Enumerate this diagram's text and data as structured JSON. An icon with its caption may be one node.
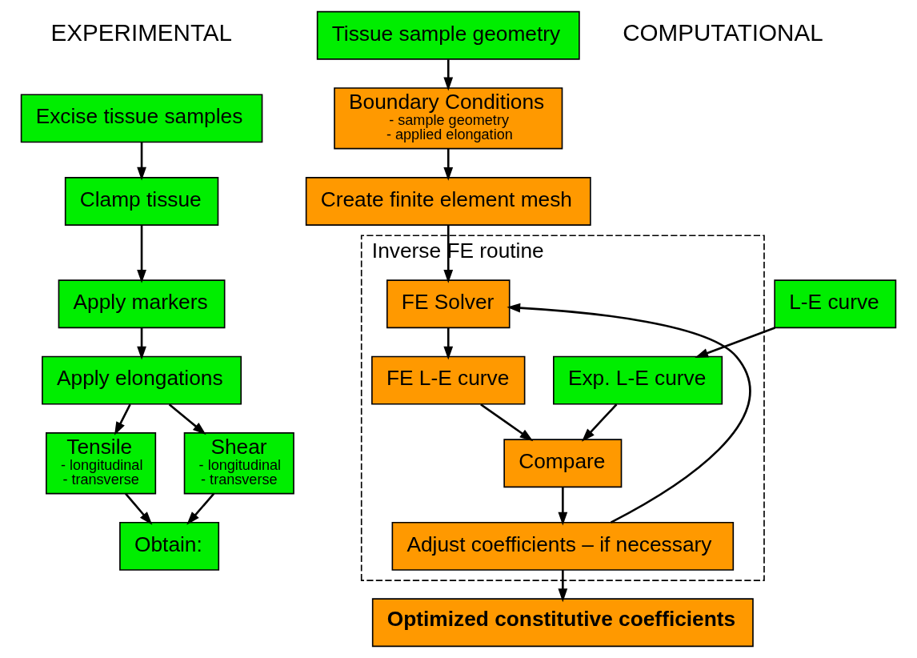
{
  "diagram": {
    "nodes": [
      {
        "text": [
          "Excise tissue samples"
        ]
      },
      {
        "text": [
          "Clamp tissue"
        ]
      },
      {
        "text": [
          "Apply markers"
        ]
      },
      {
        "text": [
          "Apply elongations"
        ]
      },
      {
        "text": [
          "Tensile",
          "- longitudinal",
          "- transverse"
        ]
      },
      {
        "text": [
          "Shear",
          "- longitudinal",
          "- transverse"
        ]
      },
      {
        "text": [
          "Obtain:"
        ]
      },
      {
        "text": [
          "Tissue sample geometry"
        ]
      },
      {
        "text": [
          "L-E curve"
        ]
      },
      {
        "text": [
          "Boundary Conditions",
          "- sample geometry",
          "- applied elongation"
        ]
      },
      {
        "text": [
          "Create finite element mesh"
        ]
      },
      {
        "text": [
          "Inverse FE routine"
        ]
      },
      {
        "text": [
          "FE Solver"
        ],
        "in": 11
      },
      {
        "text": [
          "Exp. L-E curve"
        ],
        "in": 11
      },
      {
        "text": [
          "FE L-E curve"
        ],
        "in": 11
      },
      {
        "text": [
          "Compare"
        ],
        "in": 11
      },
      {
        "text": [
          "Adjust coefficients – if necessary"
        ],
        "in": 11
      },
      {
        "text": [
          "Optimized constitutive coefficients"
        ]
      }
    ],
    "edges": [
      {
        "from": 0,
        "to": 1,
        "arrow": "to"
      },
      {
        "from": 1,
        "to": 2,
        "arrow": "to"
      },
      {
        "from": 2,
        "to": 3,
        "arrow": "to"
      },
      {
        "from": 3,
        "to": 4,
        "arrow": "to"
      },
      {
        "from": 3,
        "to": 5,
        "arrow": "to"
      },
      {
        "from": 4,
        "to": 6,
        "arrow": "to"
      },
      {
        "from": 5,
        "to": 6,
        "arrow": "to"
      },
      {
        "from": 7,
        "to": 9,
        "arrow": "to"
      },
      {
        "from": 8,
        "to": 13,
        "arrow": "to"
      },
      {
        "from": 9,
        "to": 10,
        "arrow": "to"
      },
      {
        "from": 10,
        "to": 12,
        "arrow": "to"
      },
      {
        "from": 12,
        "to": 14,
        "arrow": "to"
      },
      {
        "from": 13,
        "to": 15,
        "arrow": "to"
      },
      {
        "from": 14,
        "to": 15,
        "arrow": "to"
      },
      {
        "from": 15,
        "to": 16,
        "arrow": "to"
      },
      {
        "from": 16,
        "to": 12,
        "arrow": "to"
      },
      {
        "from": 16,
        "to": 17,
        "arrow": "to"
      }
    ],
    "labels": [
      "EXPERIMENTAL",
      "COMPUTATIONAL"
    ]
  }
}
